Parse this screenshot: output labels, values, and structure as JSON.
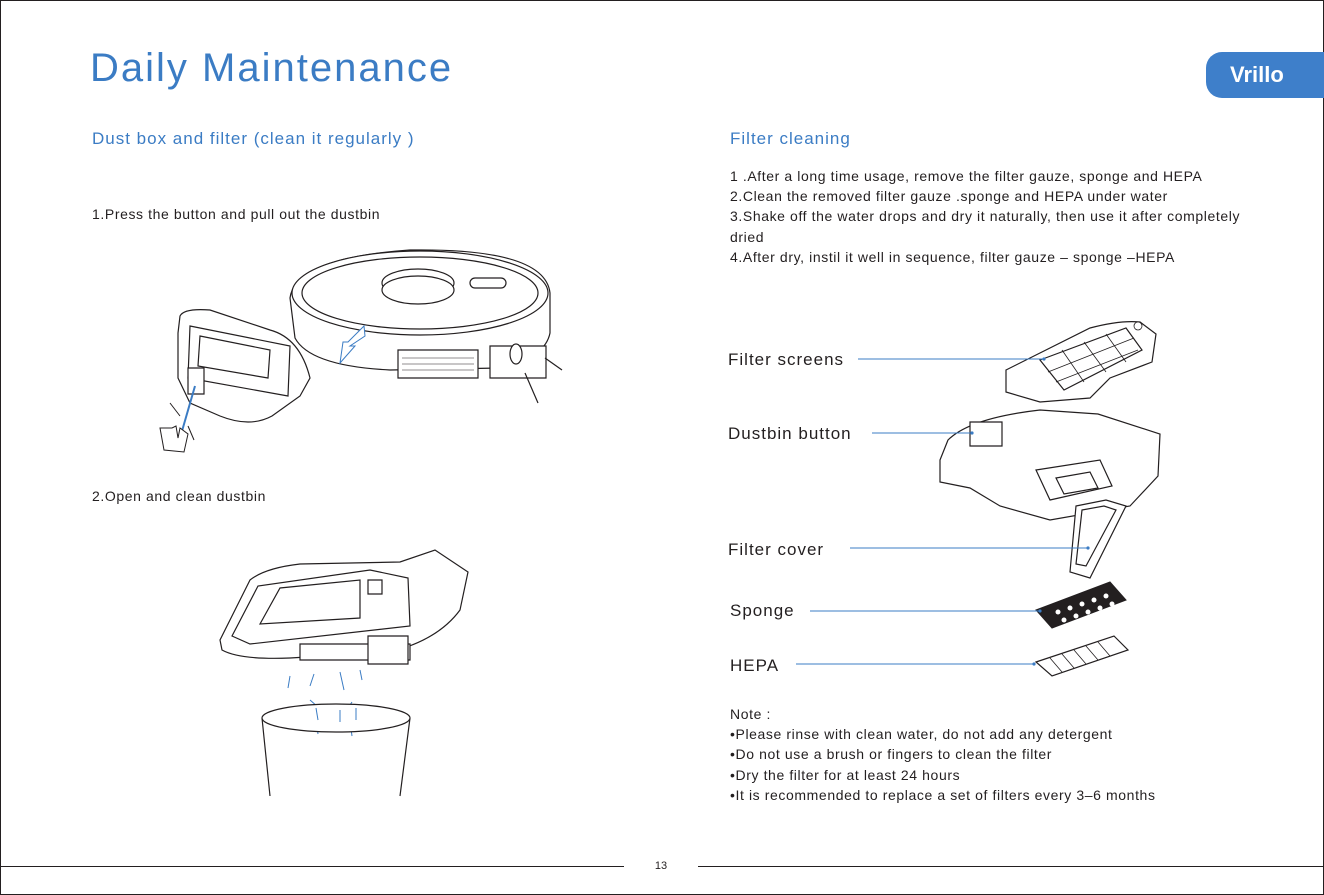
{
  "header": {
    "title": "Daily Maintenance",
    "brand": "Vrillo"
  },
  "left": {
    "heading": "Dust box and filter (clean it regularly )",
    "step1": "1.Press the button and pull out the dustbin",
    "step2": "2.Open and clean dustbin"
  },
  "right": {
    "heading": "Filter cleaning",
    "steps": [
      "1 .After a long time usage, remove the filter gauze, sponge and HEPA",
      "2.Clean the removed filter gauze .sponge and HEPA under water",
      "3.Shake off the water drops and dry it naturally, then use it after completely dried",
      "4.After dry, instil it well in sequence, filter gauze – sponge –HEPA"
    ],
    "labels": {
      "filter_screens": "Filter screens",
      "dustbin_button": "Dustbin button",
      "filter_cover": "Filter cover",
      "sponge": "Sponge",
      "hepa": "HEPA"
    },
    "note_title": "Note :",
    "notes": [
      "•Please rinse with clean water, do not add any detergent",
      "•Do not use a brush or fingers to clean the filter",
      "•Dry the filter for at least 24 hours",
      "•It is recommended to replace a set of filters every 3–6 months"
    ]
  },
  "footer": {
    "page_number": "13"
  },
  "colors": {
    "accent": "#3b7cc4",
    "brand_bg": "#3e7fca",
    "text": "#231f20",
    "leader": "#3b7cc4"
  }
}
